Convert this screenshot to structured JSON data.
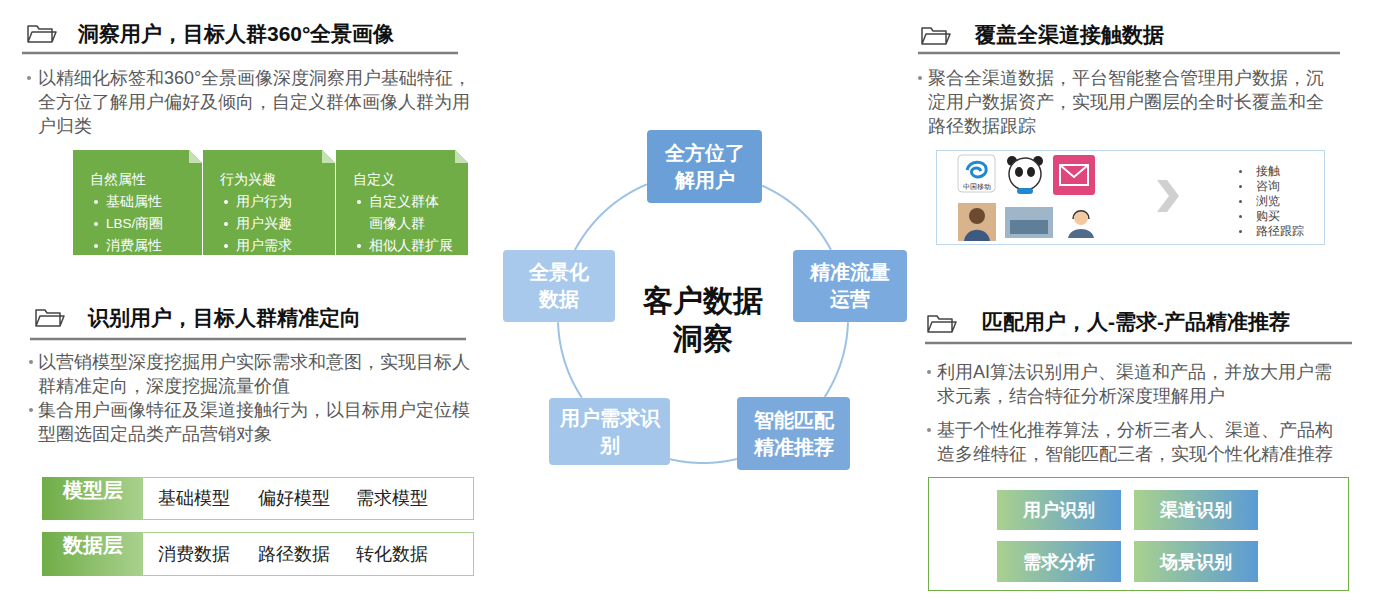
{
  "diagram": {
    "nodes": [
      {
        "text": [
          "自然属性",
          "基础属性",
          "LBS/商圈",
          "消费属性"
        ]
      },
      {
        "text": [
          "行为兴趣",
          "用户行为",
          "用户兴趣",
          "用户需求"
        ]
      },
      {
        "text": [
          "自定义",
          "自定义群体 画像人群",
          "相似人群扩展"
        ]
      },
      {
        "text": [
          "基础模型",
          "偏好模型",
          "需求模型"
        ]
      },
      {
        "text": [
          "模型层"
        ],
        "in": 3
      },
      {
        "text": [
          "消费数据",
          "路径数据",
          "转化数据"
        ]
      },
      {
        "text": [
          "数据层"
        ],
        "in": 5
      },
      {
        "text": [
          "全方位了 解用户"
        ]
      },
      {
        "text": [
          "精准流量 运营"
        ]
      },
      {
        "text": [
          "智能匹配 精准推荐"
        ]
      },
      {
        "text": [
          "用户需求识 别"
        ]
      },
      {
        "text": [
          "全景化 数据"
        ]
      },
      {
        "text": [
          "接触",
          "咨询",
          "浏览",
          "购买",
          "路径跟踪"
        ]
      },
      {
        "text": [
          "用户识别"
        ]
      },
      {
        "text": [
          "渠道识别"
        ]
      },
      {
        "text": [
          "需求分析"
        ]
      },
      {
        "text": [
          "场景识别"
        ]
      }
    ],
    "edges": [
      {
        "from": 7,
        "to": 8,
        "arrow": "none"
      },
      {
        "from": 8,
        "to": 9,
        "arrow": "none"
      },
      {
        "from": 9,
        "to": 10,
        "arrow": "none"
      },
      {
        "from": 10,
        "to": 11,
        "arrow": "none"
      },
      {
        "from": 11,
        "to": 7,
        "arrow": "none"
      }
    ],
    "labels": [
      "洞察用户，目标人群360°全景画像",
      "以精细化标签和360°全景画像深度洞察用户基础特征， 全方位了解用户偏好及倾向，自定义群体画像人群为用 户归类",
      "识别用户，目标人群精准定向",
      "以营销模型深度挖掘用户实际需求和意图，实现目标人 群精准定向，深度挖掘流量价值",
      "集合用户画像特征及渠道接触行为，以目标用户定位模 型圈选固定品类产品营销对象",
      "客户数据 洞察",
      "覆盖全渠道接触数据",
      "聚合全渠道数据，平台智能整合管理用户数据，沉 淀用户数据资产，实现用户圈层的全时长覆盖和全 路径数据跟踪",
      "中国移动",
      "匹配用户，人-需求-产品精准推荐",
      "利用AI算法识别用户、渠道和产品，并放大用户需 求元素，结合特征分析深度理解用户",
      "基于个性化推荐算法，分析三者人、渠道、产品构 造多维特征，智能匹配三者，实现个性化精准推荐"
    ]
  }
}
